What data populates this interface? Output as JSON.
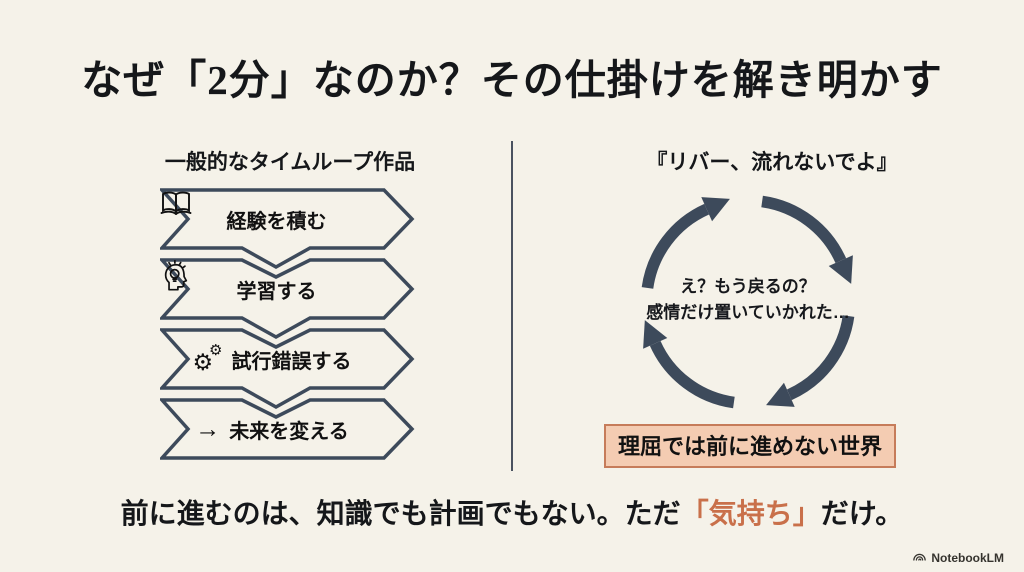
{
  "slide": {
    "title": "なぜ「2分」なのか？その仕掛けを解き明かす",
    "colors": {
      "background": "#f5f2e9",
      "ink": "#3d4a5b",
      "text": "#15171a",
      "accent_orange": "#c9704a",
      "callout_bg": "#f4ccb2",
      "callout_border": "#c67c5a"
    }
  },
  "left_panel": {
    "heading": "一般的なタイムループ作品",
    "steps": [
      {
        "icon": "open-book-icon",
        "label": "経験を積む"
      },
      {
        "icon": "lightbulb-head-icon",
        "label": "学習する"
      },
      {
        "icon": "gears-icon",
        "label": "試行錯誤する"
      },
      {
        "icon": "arrow-right-icon",
        "label": "未来を変える"
      }
    ]
  },
  "right_panel": {
    "heading": "『リバー、流れないでよ』",
    "loop_caption": {
      "line1": "え？もう戻るの？",
      "line2": "感情だけ置いていかれた…"
    },
    "callout": "理屈では前に進めない世界"
  },
  "footer": {
    "message": {
      "pre": "前に進むのは、知識でも計画でもない。ただ",
      "highlight": "「気持ち」",
      "post": "だけ。"
    },
    "brand": "NotebookLM"
  },
  "glyphs": {
    "gear": "⚙",
    "arrow_right": "→"
  }
}
